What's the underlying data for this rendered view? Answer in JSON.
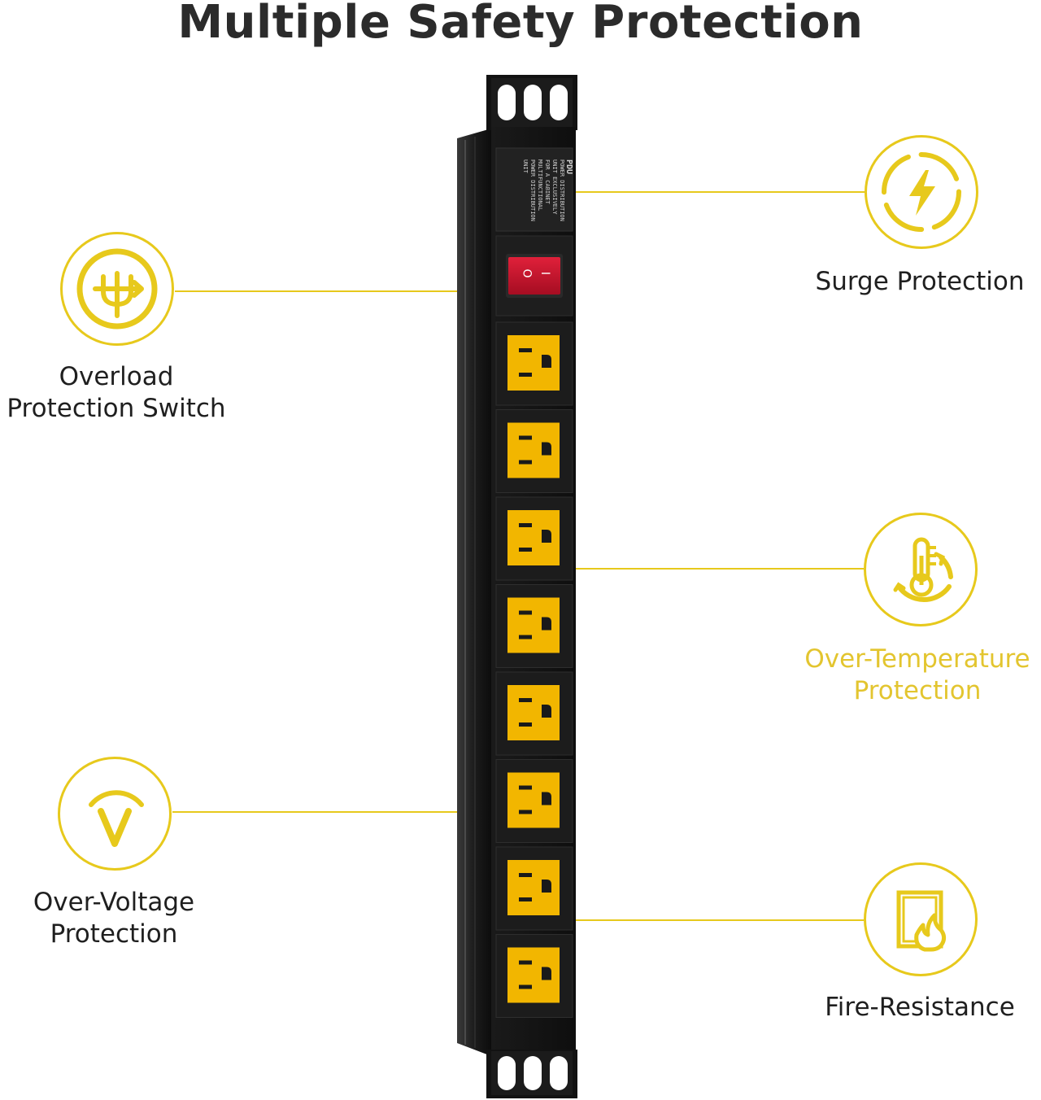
{
  "title": "Multiple Safety Protection",
  "features": {
    "overload": {
      "line1": "Overload",
      "line2": "Protection Switch",
      "icon": "overload-plug-icon"
    },
    "surge": {
      "line1": "Surge Protection",
      "icon": "lightning-bolt-icon"
    },
    "temperature": {
      "line1": "Over-Temperature",
      "line2": "Protection",
      "icon": "thermometer-icon"
    },
    "voltage": {
      "line1": "Over-Voltage",
      "line2": "Protection",
      "icon": "voltage-v-icon"
    },
    "fire": {
      "line1": "Fire-Resistance",
      "icon": "fire-resistance-icon"
    }
  },
  "pdu": {
    "plate": {
      "l1": "PDU",
      "l2": "POWER DISTRIBUTION",
      "l3": "UNIT EXCLUSIVELY",
      "l4": "FOR A CABINET",
      "l5": "MULTIFUNCTIONAL",
      "l6": "POWER DISTRIBUTION",
      "l7": "UNIT"
    },
    "switch": {
      "off": "O",
      "on": "I"
    },
    "outlet_count": 8
  },
  "colors": {
    "accent": "#e7c91c",
    "outlet": "#f2b600",
    "body": "#151515",
    "switch": "#c8102e"
  }
}
